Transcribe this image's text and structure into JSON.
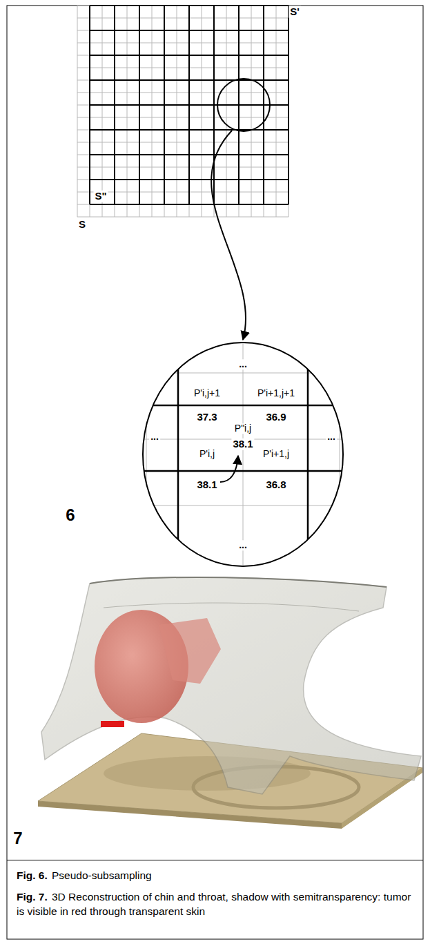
{
  "diagram": {
    "nodes": [
      {
        "text": [
          "Fig. 6.",
          "Pseudo-subsampling",
          "Fig. 7.",
          "3D Reconstruction of chin and throat, shadow with semitransparency: tumor is visible in red through transparent skin"
        ]
      }
    ],
    "labels": [
      "S'",
      "S\"",
      "S",
      "...",
      "P'i,j+1",
      "P'i+1,j+1",
      "37.3",
      "36.9",
      "P\"i,j",
      "...",
      "38.1",
      "...",
      "P'i,j",
      "P'i+1,j",
      "38.1",
      "36.8",
      "...",
      "6",
      "7"
    ]
  }
}
